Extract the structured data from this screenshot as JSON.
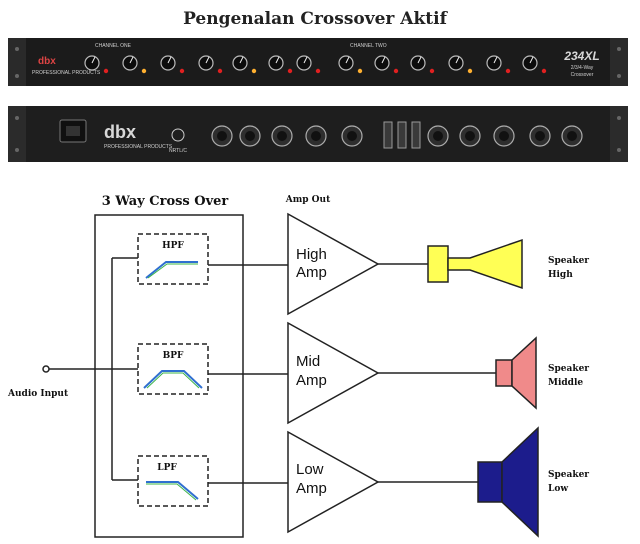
{
  "title": "Pengenalan Crossover Aktif",
  "hardware": {
    "front_panel": {
      "brand": "dbx",
      "brand_subtitle": "PROFESSIONAL PRODUCTS",
      "channel_one_label": "CHANNEL ONE",
      "channel_two_label": "CHANNEL TWO",
      "model": "234XL",
      "model_subtitle": "2/3/4-Way",
      "model_type": "Crossover"
    },
    "rear_panel": {
      "brand": "dbx",
      "brand_subtitle": "PROFESSIONAL PRODUCTS",
      "cert_mark": "NRTL/C"
    }
  },
  "diagram": {
    "section_title": "3 Way Cross Over",
    "amp_out_label": "Amp Out",
    "audio_input_label": "Audio Input",
    "filters": [
      {
        "label": "HPF"
      },
      {
        "label": "BPF"
      },
      {
        "label": "LPF"
      }
    ],
    "amps": [
      {
        "line1": "High",
        "line2": "Amp"
      },
      {
        "line1": "Mid",
        "line2": "Amp"
      },
      {
        "line1": "Low",
        "line2": "Amp"
      }
    ],
    "speakers": [
      {
        "line1": "Speaker",
        "line2": "High",
        "color": "#ffff55"
      },
      {
        "line1": "Speaker",
        "line2": "Middle",
        "color": "#f08a8a"
      },
      {
        "line1": "Speaker",
        "line2": "Low",
        "color": "#1c1c8c"
      }
    ],
    "filter_curve_color": "#2f6fd0",
    "filter_highlight_color": "#3bb54a"
  }
}
